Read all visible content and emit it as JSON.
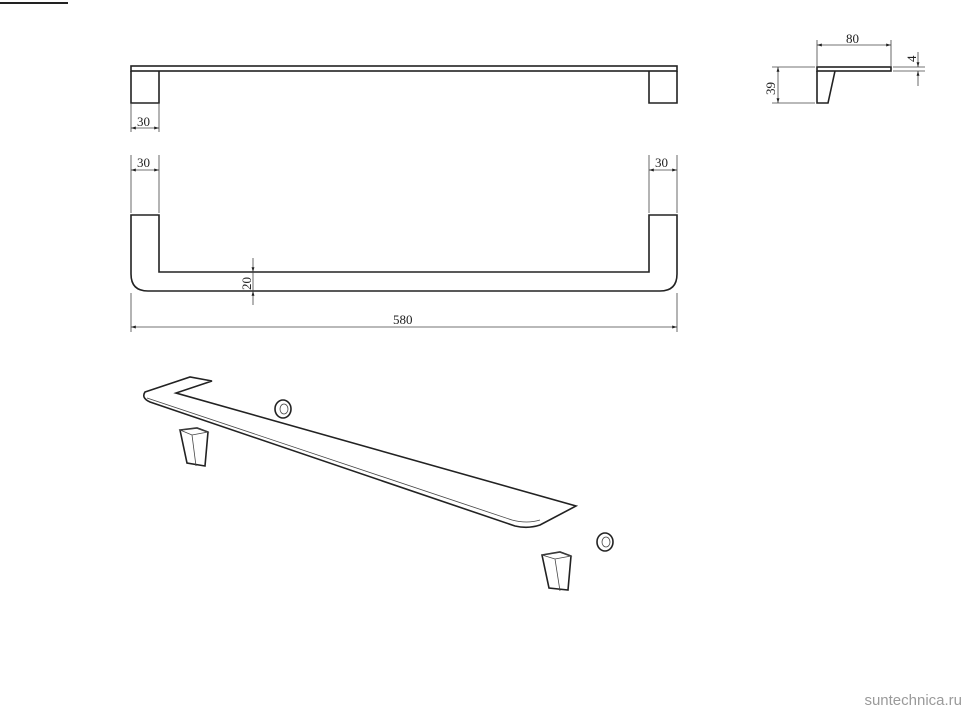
{
  "drawing": {
    "front_view": {
      "leg_width": "30"
    },
    "top_view": {
      "left_leg": "30",
      "right_leg": "30",
      "bar_thickness": "20",
      "overall_length": "580"
    },
    "side_view": {
      "depth": "80",
      "height": "39",
      "plate_thickness": "4"
    }
  },
  "watermark": "suntechnica.ru"
}
